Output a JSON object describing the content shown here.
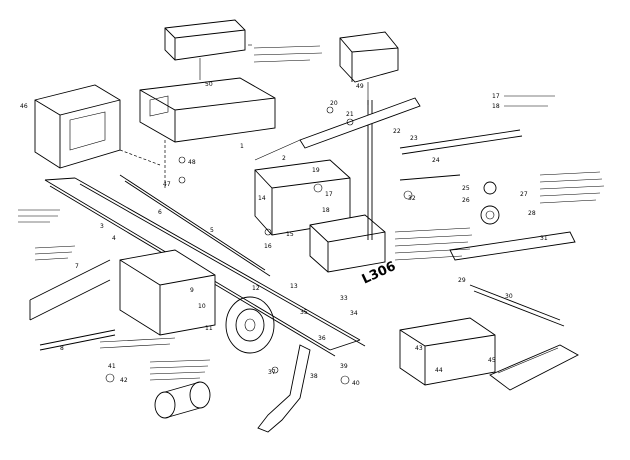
{
  "diagram": {
    "model_label": "L306",
    "legend": [
      {
        "key": "17",
        "text": ""
      },
      {
        "key": "18",
        "text": ""
      }
    ],
    "part_numbers": [
      "1",
      "2",
      "3",
      "4",
      "5",
      "6",
      "7",
      "8",
      "9",
      "10",
      "11",
      "12",
      "13",
      "14",
      "15",
      "16",
      "17",
      "18",
      "19",
      "20",
      "21",
      "22",
      "23",
      "24",
      "25",
      "26",
      "27",
      "28",
      "29",
      "30",
      "31",
      "32",
      "33",
      "34",
      "35",
      "36",
      "37",
      "38",
      "39",
      "40",
      "41",
      "42",
      "43",
      "44",
      "45",
      "46",
      "47",
      "48",
      "49",
      "50"
    ]
  }
}
